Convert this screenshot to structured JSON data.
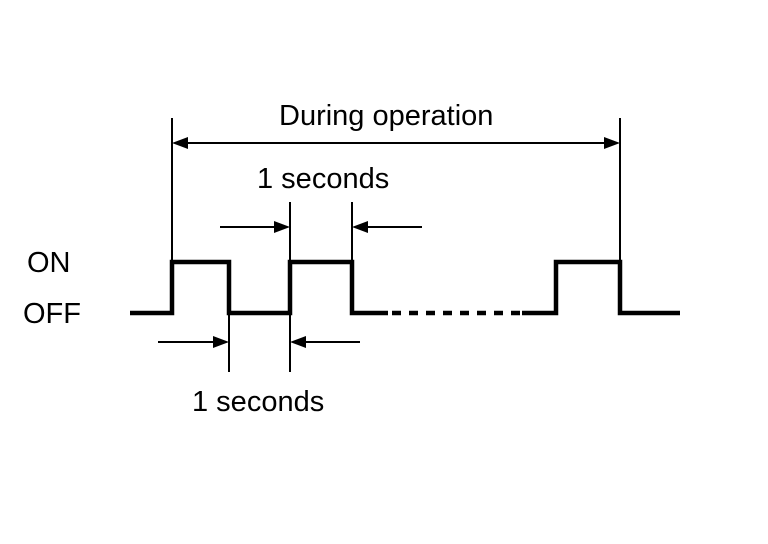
{
  "labels": {
    "during": "During operation",
    "on_time": "1 seconds",
    "off_time": "1 seconds",
    "on": "ON",
    "off": "OFF"
  },
  "colors": {
    "line": "#000000",
    "background": "#ffffff"
  }
}
